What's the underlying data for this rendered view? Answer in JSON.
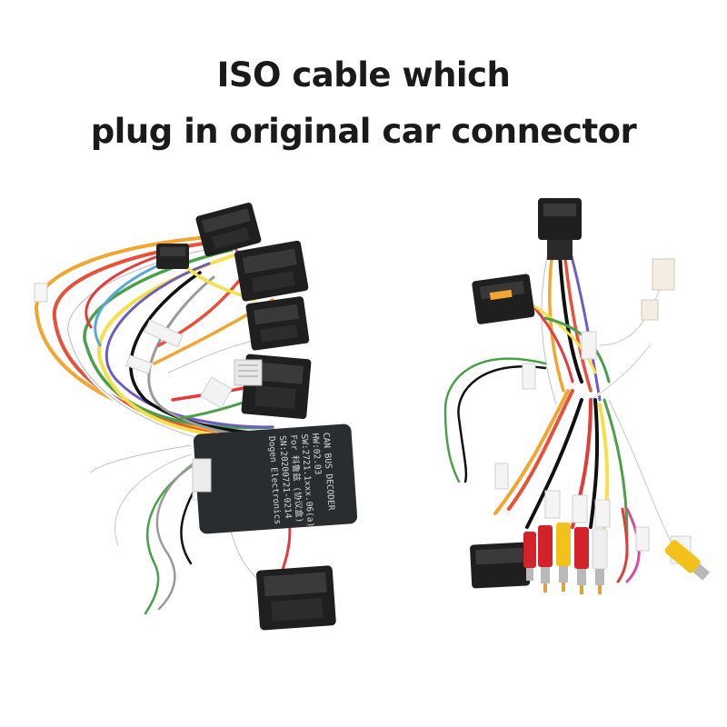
{
  "headline": {
    "line1": "ISO cable which",
    "line2": "plug in original car connector"
  },
  "decoder_label": {
    "line1": "CAN BUS DECODER",
    "line2": "HW:02.03",
    "line3": "SW:2721.1xxx.06(a)",
    "line4": "For 科鲁兹 (协议盒)",
    "line5": "SN:20200721-0214",
    "line6": "Dogen Electronics"
  },
  "colors": {
    "connector": "#222222",
    "decoder_box": "#2a2d30",
    "rca_red": "#d2222a",
    "rca_yellow": "#f2c21a"
  }
}
